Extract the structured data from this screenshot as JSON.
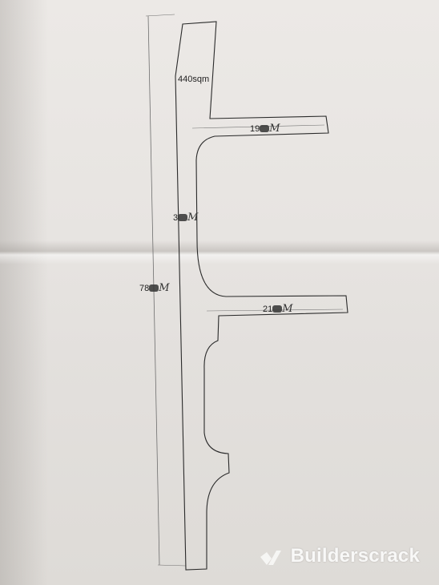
{
  "plan": {
    "area_label": "440sqm",
    "dimensions": {
      "top_branch": {
        "prefix": "19",
        "suffix": "M"
      },
      "middle": {
        "prefix": "3",
        "suffix": "M"
      },
      "total_length": {
        "prefix": "78",
        "suffix": "M"
      },
      "bottom_branch": {
        "prefix": "21",
        "suffix": "M"
      }
    }
  },
  "watermark": {
    "brand": "Builderscrack",
    "icon": "builderscrack-logo-icon",
    "color": "#ffffff"
  },
  "colors": {
    "paper": "#e8e5e2",
    "ink": "#222222"
  }
}
